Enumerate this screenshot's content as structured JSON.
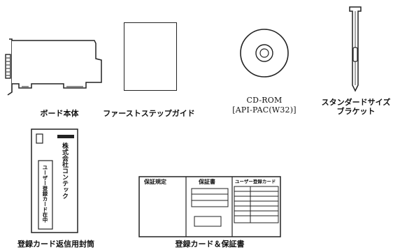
{
  "captions": {
    "board": "ボード本体",
    "guide": "ファーストステップガイド",
    "cdrom_line1": "CD-ROM",
    "cdrom_line2": "[API-PAC(W32)]",
    "bracket_line1": "スタンダードサイズ",
    "bracket_line2": "ブラケット",
    "envelope": "登録カード返信用封筒",
    "card": "登録カード＆保証書"
  },
  "envelope_text": {
    "company": "株式会社コンテック",
    "label": "ユーザー登録カード在中"
  },
  "card_text": {
    "panel1_title": "保証規定",
    "panel2_title": "保証書",
    "panel3_title": "ユーザー登録カード"
  },
  "icons": [
    "board-icon",
    "booklet-icon",
    "cd-icon",
    "bracket-icon",
    "envelope-icon",
    "card-icon"
  ]
}
